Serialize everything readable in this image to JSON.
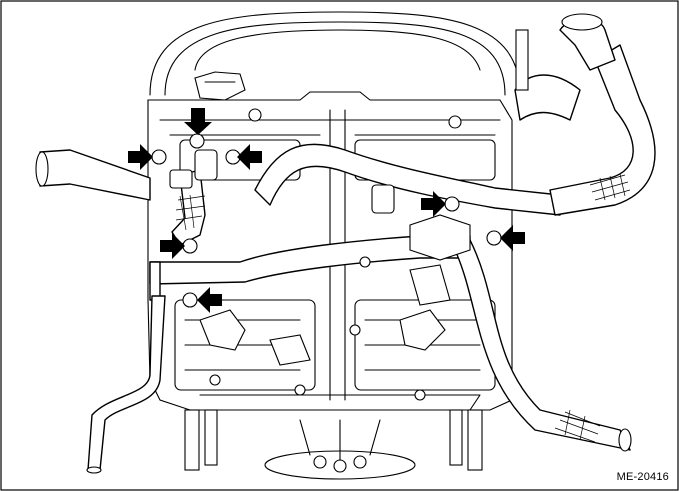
{
  "figure": {
    "reference_code": "ME-20416",
    "border_color": "#000000",
    "line_color": "#000000",
    "background_color": "#ffffff",
    "pointer_arrows": [
      {
        "name": "arrow-top-center",
        "direction": "down"
      },
      {
        "name": "arrow-top-left",
        "direction": "right"
      },
      {
        "name": "arrow-top-right",
        "direction": "left"
      },
      {
        "name": "arrow-mid-left",
        "direction": "right"
      },
      {
        "name": "arrow-lower-left",
        "direction": "left"
      },
      {
        "name": "arrow-center-right",
        "direction": "right"
      },
      {
        "name": "arrow-far-right",
        "direction": "left"
      }
    ]
  }
}
